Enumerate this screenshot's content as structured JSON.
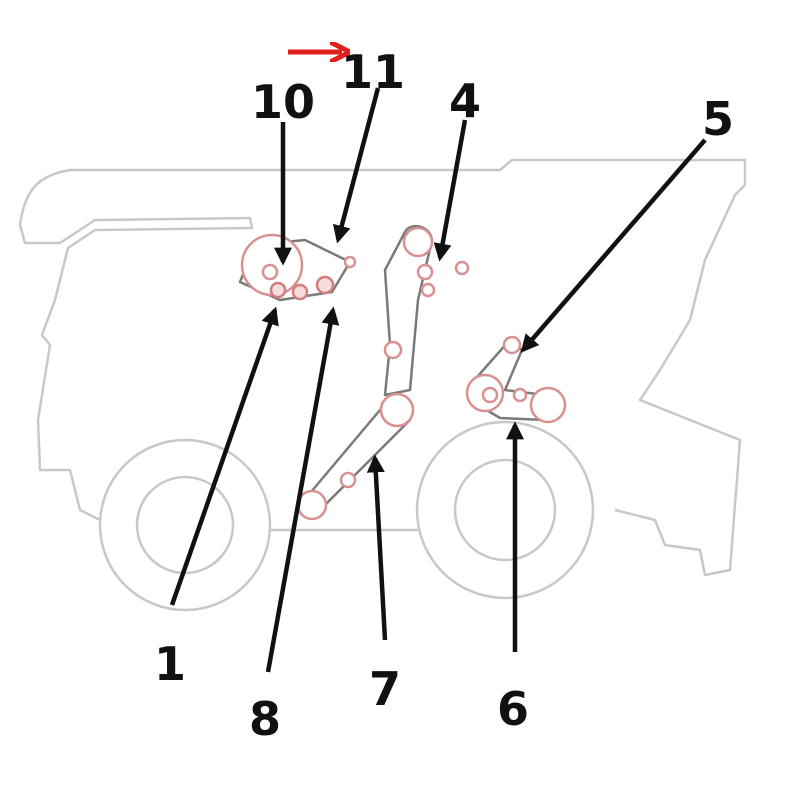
{
  "colors": {
    "background": "#ffffff",
    "outline": "#c8c8c8",
    "belt": "#7a7a7a",
    "pulley": "#d47c7c",
    "leader": "#111111",
    "marker_arrow": "#e0201c"
  },
  "marker": {
    "icon": "red-arrow-icon",
    "target_label": "11"
  },
  "callouts": [
    {
      "id": "c1",
      "label": "1"
    },
    {
      "id": "c4",
      "label": "4"
    },
    {
      "id": "c5",
      "label": "5"
    },
    {
      "id": "c6",
      "label": "6"
    },
    {
      "id": "c7",
      "label": "7"
    },
    {
      "id": "c8",
      "label": "8"
    },
    {
      "id": "c10",
      "label": "10"
    },
    {
      "id": "c11",
      "label": "11"
    }
  ]
}
